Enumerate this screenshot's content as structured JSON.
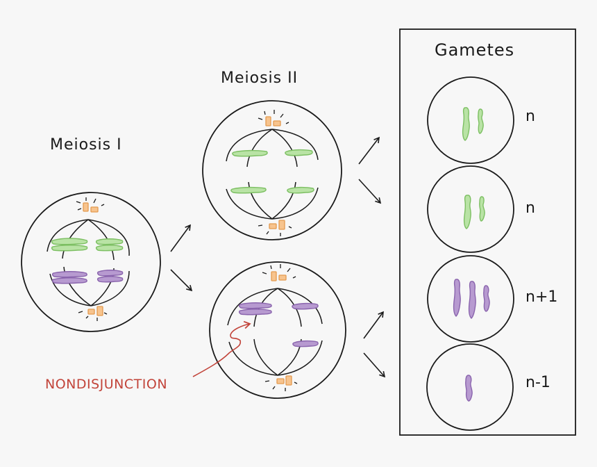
{
  "labels": {
    "meiosis_1": "Meiosis I",
    "meiosis_2": "Meiosis II",
    "gametes": "Gametes",
    "nondisjunction": "NONDISJUNCTION"
  },
  "gametes": [
    {
      "ploidy": "n",
      "chromosomes": "green"
    },
    {
      "ploidy": "n",
      "chromosomes": "green"
    },
    {
      "ploidy": "n+1",
      "chromosomes": "purple"
    },
    {
      "ploidy": "n-1",
      "chromosomes": "purple"
    }
  ],
  "colors": {
    "green_fill": "#b9e3a5",
    "green_stroke": "#7cbf62",
    "purple_fill": "#b79ad0",
    "purple_stroke": "#8a64ad",
    "centrosome_fill": "#f7c48e",
    "centrosome_stroke": "#e49a4f",
    "annotation": "#c2443a",
    "line": "#1a1a1a"
  }
}
